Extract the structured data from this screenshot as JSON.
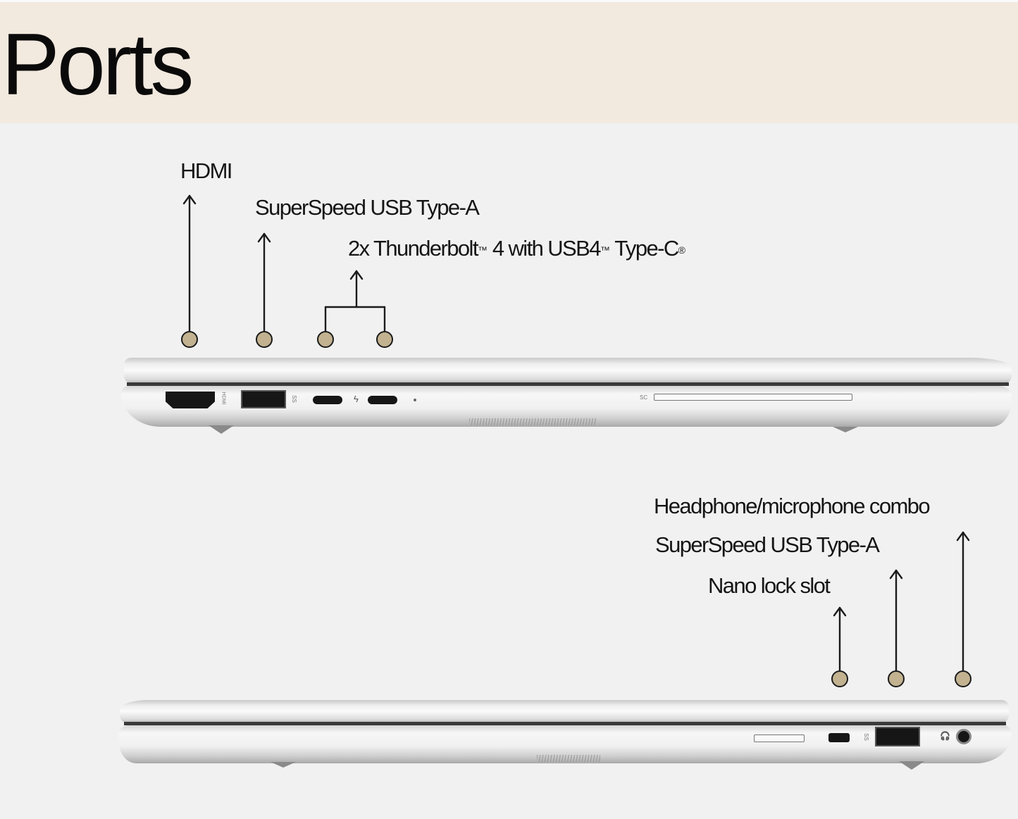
{
  "header": {
    "title": "Ports",
    "background": "#f2e9df"
  },
  "colors": {
    "page_background": "#f1f1f1",
    "callout_dot": "#c2b290",
    "callout_line": "#1b1b1b"
  },
  "left_side": {
    "callouts": [
      {
        "label": "HDMI"
      },
      {
        "label": "SuperSpeed USB Type-A"
      },
      {
        "label_main": "2x Thunderbolt",
        "tm1": "™",
        "label_mid": " 4 with USB4",
        "tm2": "™",
        "label_end": " Type-C",
        "reg": "®"
      }
    ],
    "port_marks": {
      "hdmi": "HDMI",
      "usb": "SS",
      "thunderbolt": "ϟ",
      "smartcard": "SC"
    }
  },
  "right_side": {
    "callouts": [
      {
        "label": "Headphone/microphone combo"
      },
      {
        "label": "SuperSpeed USB Type-A"
      },
      {
        "label": "Nano lock slot"
      }
    ],
    "port_marks": {
      "usb": "SS",
      "headphone": "🎧"
    }
  }
}
